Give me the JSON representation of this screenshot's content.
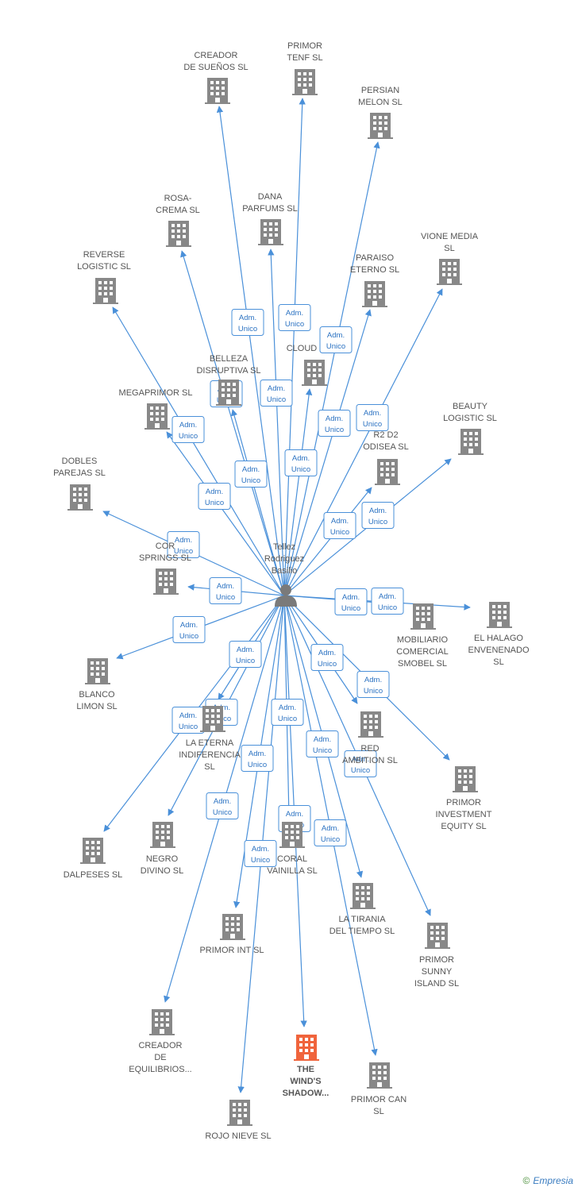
{
  "center": {
    "label": [
      "Tellez",
      "Rodriguez",
      "Basilio"
    ],
    "icon": "person-icon"
  },
  "edge_label": [
    "Adm.",
    "Unico"
  ],
  "colors": {
    "node": "#888888",
    "highlight": "#f0643c",
    "edge": "#4a90d9",
    "text": "#555555"
  },
  "nodes": [
    {
      "id": "creador-suenos",
      "label": [
        "CREADOR",
        "DE SUEÑOS  SL"
      ]
    },
    {
      "id": "primor-tenf",
      "label": [
        "PRIMOR",
        "TENF  SL"
      ]
    },
    {
      "id": "persian-melon",
      "label": [
        "PERSIAN",
        "MELON SL"
      ]
    },
    {
      "id": "rosa-crema",
      "label": [
        "ROSA-",
        "CREMA SL"
      ]
    },
    {
      "id": "dana-parfums",
      "label": [
        "DANA",
        "PARFUMS  SL"
      ]
    },
    {
      "id": "vione-media",
      "label": [
        "VIONE MEDIA",
        "SL"
      ]
    },
    {
      "id": "reverse-logistic",
      "label": [
        "REVERSE",
        "LOGISTIC  SL"
      ]
    },
    {
      "id": "paraiso-eterno",
      "label": [
        "PARAISO",
        "ETERNO  SL"
      ]
    },
    {
      "id": "cloud",
      "label": [
        "CLOUD"
      ]
    },
    {
      "id": "belleza-disruptiva",
      "label": [
        "BELLEZA",
        "DISRUPTIVA  SL"
      ]
    },
    {
      "id": "megaprimor",
      "label": [
        "MEGAPRIMOR SL"
      ]
    },
    {
      "id": "beauty-logistic",
      "label": [
        "BEAUTY",
        "LOGISTIC  SL"
      ]
    },
    {
      "id": "r2d2-odisea",
      "label": [
        "R2 D2",
        "ODISEA  SL"
      ]
    },
    {
      "id": "dobles-parejas",
      "label": [
        "DOBLES",
        "PAREJAS SL"
      ]
    },
    {
      "id": "cor-springs",
      "label": [
        "COR",
        "SPRINGS SL"
      ]
    },
    {
      "id": "mobiliario-comercial",
      "label": [
        "MOBILIARIO",
        "COMERCIAL",
        "SMOBEL  SL"
      ]
    },
    {
      "id": "el-halago",
      "label": [
        "EL HALAGO",
        "ENVENENADO",
        "SL"
      ]
    },
    {
      "id": "blanco-limon",
      "label": [
        "BLANCO",
        "LIMON SL"
      ]
    },
    {
      "id": "la-eterna",
      "label": [
        "LA ETERNA",
        "INDIFERENCIA",
        "SL"
      ]
    },
    {
      "id": "red-ambition",
      "label": [
        "RED",
        "AMBITION  SL"
      ]
    },
    {
      "id": "primor-investment",
      "label": [
        "PRIMOR",
        "INVESTMENT",
        "EQUITY  SL"
      ]
    },
    {
      "id": "dalpeses",
      "label": [
        "DALPESES SL"
      ]
    },
    {
      "id": "negro-divino",
      "label": [
        "NEGRO",
        "DIVINO SL"
      ]
    },
    {
      "id": "coral-vainilla",
      "label": [
        "CORAL",
        "VAINILLA SL"
      ]
    },
    {
      "id": "la-tirania",
      "label": [
        "LA TIRANIA",
        "DEL TIEMPO  SL"
      ]
    },
    {
      "id": "primor-int",
      "label": [
        "PRIMOR INT  SL"
      ]
    },
    {
      "id": "primor-sunny",
      "label": [
        "PRIMOR",
        "SUNNY",
        "ISLAND  SL"
      ]
    },
    {
      "id": "creador-equilibrios",
      "label": [
        "CREADOR",
        "DE",
        "EQUILIBRIOS..."
      ]
    },
    {
      "id": "the-winds-shadow",
      "label": [
        "THE",
        "WIND'S",
        "SHADOW..."
      ],
      "highlight": true
    },
    {
      "id": "primor-can",
      "label": [
        "PRIMOR CAN",
        "SL"
      ]
    },
    {
      "id": "rojo-nieve",
      "label": [
        "ROJO NIEVE SL"
      ]
    }
  ],
  "footer": {
    "symbol": "©",
    "brand": "Empresia"
  }
}
